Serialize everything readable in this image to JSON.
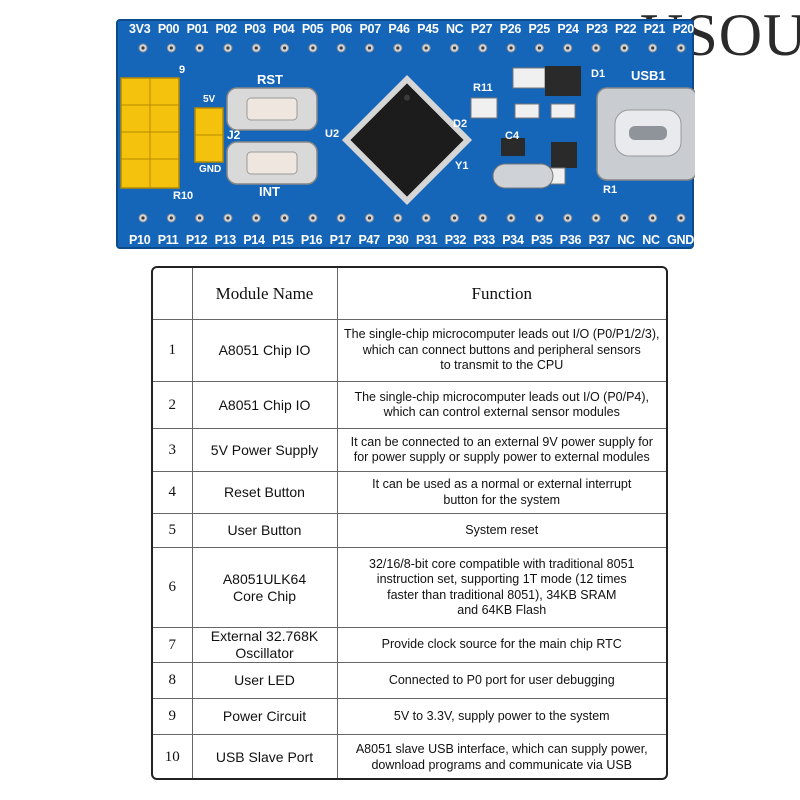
{
  "watermark": "USOU",
  "board": {
    "top_pins": [
      "3V3",
      "P00",
      "P01",
      "P02",
      "P03",
      "P04",
      "P05",
      "P06",
      "P07",
      "P46",
      "P45",
      "NC",
      "P27",
      "P26",
      "P25",
      "P24",
      "P23",
      "P22",
      "P21",
      "P20"
    ],
    "bottom_pins": [
      "P10",
      "P11",
      "P12",
      "P13",
      "P14",
      "P15",
      "P16",
      "P17",
      "P47",
      "P30",
      "P31",
      "P32",
      "P33",
      "P34",
      "P35",
      "P36",
      "P37",
      "NC",
      "NC",
      "GND"
    ],
    "labels": {
      "rst": "RST",
      "int": "INT",
      "usb": "USB1",
      "d1": "D1",
      "r11": "R11",
      "d2": "D2",
      "u2": "U2",
      "y1": "Y1",
      "c4": "C4",
      "r1": "R1",
      "j2": "J2",
      "r10": "R10",
      "v5": "5V",
      "gnd": "GND",
      "j3_num": "9"
    },
    "colors": {
      "pcb": "#1565b8",
      "header": "#f4c20d",
      "chip": "#1c1c1c",
      "usb_metal": "#c9ccd1"
    }
  },
  "table": {
    "headers": [
      "",
      "Module Name",
      "Function"
    ],
    "rows": [
      {
        "num": "1",
        "name": [
          "A8051 Chip IO"
        ],
        "func": [
          "The single-chip microcomputer leads out I/O (P0/P1/2/3),",
          "which can connect buttons and peripheral sensors",
          "to transmit to the CPU"
        ]
      },
      {
        "num": "2",
        "name": [
          "A8051 Chip IO"
        ],
        "func": [
          "The single-chip microcomputer leads out I/O (P0/P4),",
          "which can control external sensor modules"
        ]
      },
      {
        "num": "3",
        "name": [
          "5V Power Supply"
        ],
        "func": [
          "It can be connected to an external 9V power supply for",
          "for power supply or supply power to external modules"
        ]
      },
      {
        "num": "4",
        "name": [
          "Reset Button"
        ],
        "func": [
          "It can be used as a normal or external interrupt",
          "button for the system"
        ]
      },
      {
        "num": "5",
        "name": [
          "User Button"
        ],
        "func": [
          "System reset"
        ]
      },
      {
        "num": "6",
        "name": [
          "A8051ULK64",
          "Core Chip"
        ],
        "func": [
          "32/16/8-bit core compatible with traditional 8051",
          "instruction set, supporting 1T mode (12 times",
          "faster than traditional 8051), 34KB SRAM",
          "and 64KB Flash"
        ]
      },
      {
        "num": "7",
        "name": [
          "External 32.768K Oscillator"
        ],
        "func": [
          "Provide clock source for the main chip RTC"
        ]
      },
      {
        "num": "8",
        "name": [
          "User LED"
        ],
        "func": [
          "Connected to P0 port for user debugging"
        ]
      },
      {
        "num": "9",
        "name": [
          "Power Circuit"
        ],
        "func": [
          "5V to 3.3V, supply power to the system"
        ]
      },
      {
        "num": "10",
        "name": [
          "USB Slave Port"
        ],
        "func": [
          "A8051 slave USB interface, which can supply power,",
          "download programs and communicate via USB"
        ]
      }
    ]
  }
}
